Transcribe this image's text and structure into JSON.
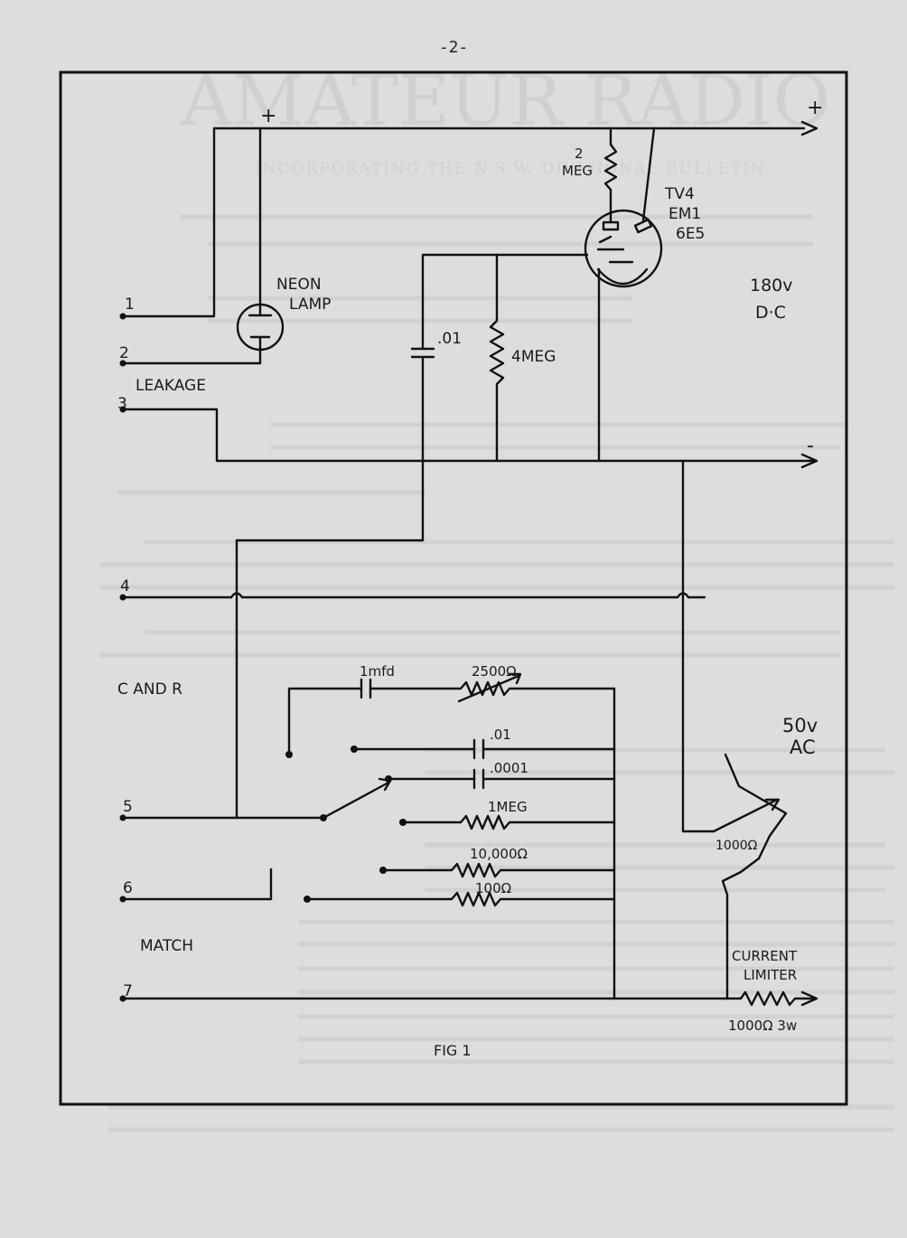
{
  "page_number": "-2-",
  "bleed_through": {
    "masthead": "AMATEUR RADIO",
    "subtitle": "INCORPORATING THE N.S.W. DIVISIONAL BULLETIN"
  },
  "labels": {
    "plus_top": "+",
    "plus_right": "+",
    "minus_right": "-",
    "neon_lamp": [
      "NEON",
      "LAMP"
    ],
    "leakage": "LEAKAGE",
    "terminals": [
      "1",
      "2",
      "3",
      "4",
      "5",
      "6",
      "7"
    ],
    "c_and_r": "C AND R",
    "match": "MATCH",
    "two_meg": [
      "2",
      "MEG"
    ],
    "tube": [
      "TV4",
      "EM1",
      "6E5"
    ],
    "supply_dc": [
      "180v",
      "D·C"
    ],
    "cap_01_left": ".01",
    "four_meg": "4MEG",
    "one_mfd": "1mfd",
    "r_2500": "2500Ω",
    "cap_01_switch": ".01",
    "cap_0001": ".0001",
    "one_meg": "1MEG",
    "r_10000": "10,000Ω",
    "r_100": "100Ω",
    "supply_ac": [
      "50v",
      "AC"
    ],
    "pot_1000": "1000Ω",
    "current_limiter": [
      "CURRENT",
      "LIMITER"
    ],
    "r_1000_3w": "1000Ω 3w",
    "fig_label": "FIG 1"
  }
}
